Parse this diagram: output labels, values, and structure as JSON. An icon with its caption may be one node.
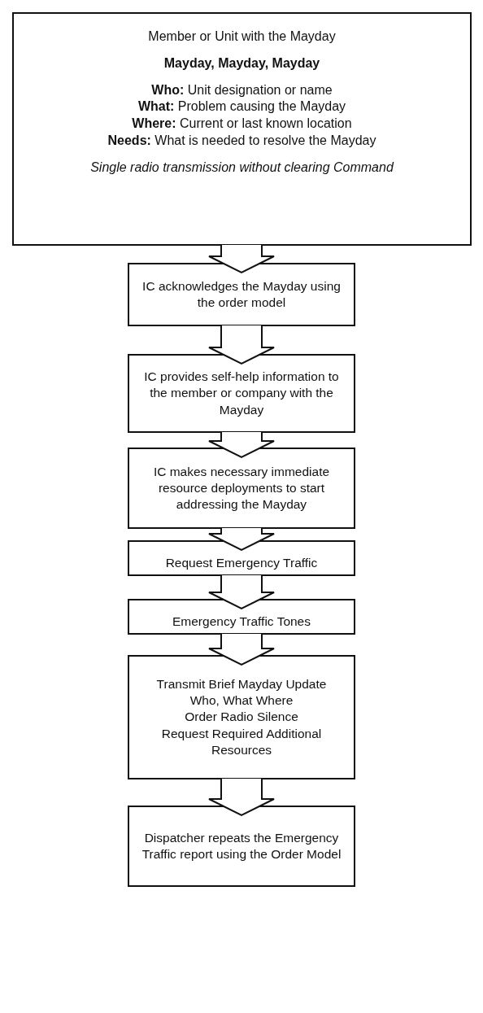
{
  "diagram": {
    "nodes": [
      {
        "text": [
          "Member or Unit with the Mayday",
          "Mayday, Mayday, Mayday",
          "**Who:** Unit designation or name",
          "**What:** Problem causing the Mayday",
          "**Where:** Current or last known location",
          "**Needs:** What is needed to resolve the Mayday",
          "Single radio transmission without clearing Command"
        ]
      },
      {
        "text": [
          "IC acknowledges the Mayday using the order model"
        ]
      },
      {
        "text": [
          "IC provides self-help information to the member or company with the Mayday"
        ]
      },
      {
        "text": [
          "IC makes necessary immediate resource deployments to start addressing the Mayday"
        ]
      },
      {
        "text": [
          "Request Emergency Traffic"
        ]
      },
      {
        "text": [
          "Emergency Traffic Tones"
        ]
      },
      {
        "text": [
          "Transmit Brief Mayday Update",
          "Who, What Where",
          "Order Radio Silence",
          "Request Required Additional Resources"
        ]
      },
      {
        "text": [
          "Dispatcher repeats the Emergency Traffic report using the Order Model"
        ]
      }
    ],
    "edges": [
      {
        "from": 0,
        "to": 1,
        "arrow": "to"
      },
      {
        "from": 1,
        "to": 2,
        "arrow": "to"
      },
      {
        "from": 2,
        "to": 3,
        "arrow": "to"
      },
      {
        "from": 3,
        "to": 4,
        "arrow": "to"
      },
      {
        "from": 4,
        "to": 5,
        "arrow": "to"
      },
      {
        "from": 5,
        "to": 6,
        "arrow": "to"
      },
      {
        "from": 6,
        "to": 7,
        "arrow": "to"
      }
    ]
  }
}
